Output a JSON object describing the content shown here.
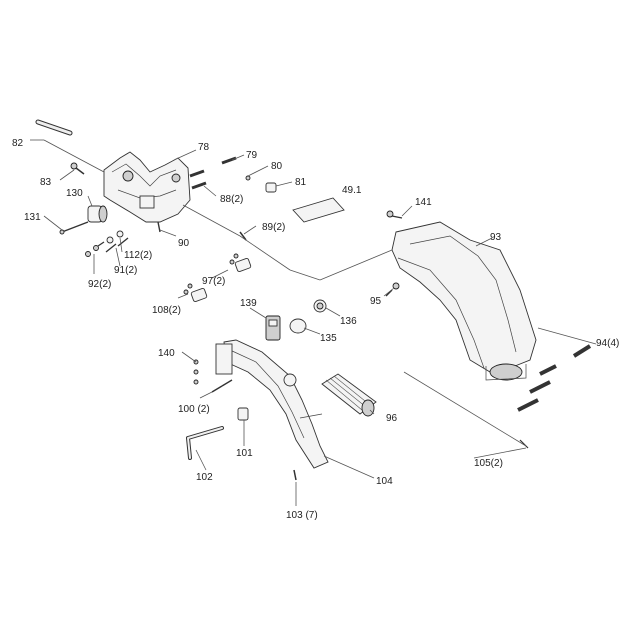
{
  "labels": {
    "l82": "82",
    "l78": "78",
    "l79": "79",
    "l80": "80",
    "l81": "81",
    "l83": "83",
    "l130": "130",
    "l131": "131",
    "l88": "88(2)",
    "l49": "49.1",
    "l141": "141",
    "l93": "93",
    "l89": "89(2)",
    "l90": "90",
    "l112": "112(2)",
    "l91": "91(2)",
    "l92": "92(2)",
    "l97": "97(2)",
    "l95": "95",
    "l108": "108(2)",
    "l139": "139",
    "l136": "136",
    "l135": "135",
    "l94": "94(4)",
    "l140": "140",
    "l100": "100 (2)",
    "l96": "96",
    "l101": "101",
    "l102": "102",
    "l105": "105(2)",
    "l104": "104",
    "l103": "103 (7)"
  }
}
